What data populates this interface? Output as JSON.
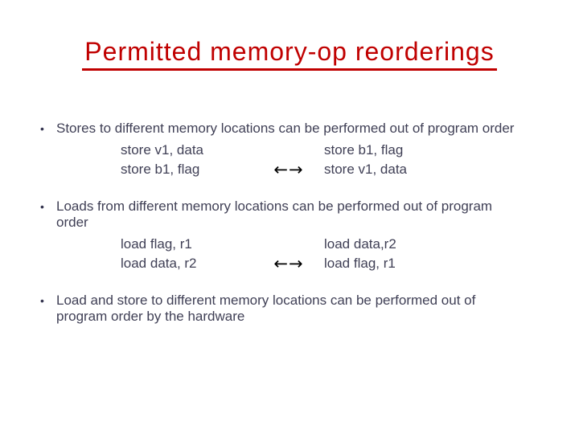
{
  "slide": {
    "title": "Permitted memory-op reorderings",
    "bullet_char": "•",
    "arrow": "←→",
    "colors": {
      "title_red": "#C00000",
      "body_text": "#3F3F55",
      "arrow_black": "#000000",
      "background": "#FFFFFF"
    },
    "bullets": [
      {
        "text": "Stores to different memory locations can be performed out of program order",
        "example": {
          "left": [
            "store v1, data",
            "store b1, flag"
          ],
          "right": [
            "store b1, flag",
            "store v1, data"
          ]
        }
      },
      {
        "text": "Loads from different memory locations can be performed out of program order",
        "example": {
          "left": [
            "load flag, r1",
            "load data, r2"
          ],
          "right": [
            "load data,r2",
            "load flag, r1"
          ]
        }
      },
      {
        "text": "Load and store to different memory locations can be performed out of program order by the hardware"
      }
    ]
  }
}
